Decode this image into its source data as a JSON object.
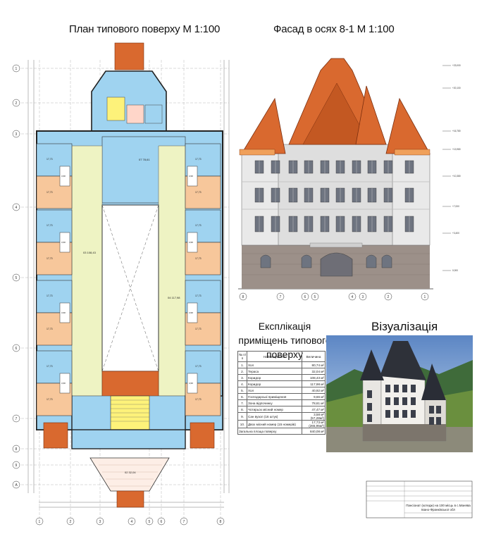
{
  "titles": {
    "plan": "План типового поверху М 1:100",
    "facade": "Фасад в осях 8-1 М 1:100",
    "explication": "Експлікація приміщень типового поверху",
    "visualization": "Візуалізація"
  },
  "table": {
    "headers": {
      "num": "№ п/п",
      "name": "Найменування",
      "value": "Величина"
    },
    "rows": [
      {
        "num": "1.",
        "name": "Хол",
        "value": "80,74 м²"
      },
      {
        "num": "2.",
        "name": "Тераса",
        "value": "32,04 м²"
      },
      {
        "num": "3.",
        "name": "Коридор",
        "value": "108,43 м²"
      },
      {
        "num": "4.",
        "name": "Коридор",
        "value": "117,98 м²"
      },
      {
        "num": "5.",
        "name": "Хол",
        "value": "40,92 м²"
      },
      {
        "num": "6.",
        "name": "Господарські приміщення",
        "value": "9,66 м²"
      },
      {
        "num": "7.",
        "name": "Зона відпочинку",
        "value": "78,61 м²"
      },
      {
        "num": "8.",
        "name": "Чотирьох місний номер",
        "value": "47,47 м²"
      },
      {
        "num": "9.",
        "name": "Сан вузол (16 штук)",
        "value": "3,58 м² (57,28м²)"
      },
      {
        "num": "10.",
        "name": "Двох місний номер (15 номерів)",
        "value": "17,73 м² (265,95м²)"
      }
    ],
    "total_label": "Загальна площа поверху",
    "total_value": "840,08 м²"
  },
  "stamp": {
    "text": "Пансіонат (котедж) на 100 місць в с.Манява Івано-Франківської обл"
  },
  "plan": {
    "axis_rows": [
      "1",
      "2",
      "3",
      "4",
      "5",
      "6",
      "7",
      "8",
      "9",
      "A"
    ],
    "axis_cols": [
      "1",
      "2",
      "3",
      "4",
      "5",
      "6",
      "7",
      "8"
    ],
    "room_labels": {
      "corridor_left": "03 108,43",
      "corridor_right": "04 117,98",
      "hall_top": "07 78,61",
      "hall_bottom": "01 80,74",
      "terrace": "02 32,04",
      "room_area": "17,73",
      "bath_area": "3,58"
    }
  },
  "facade": {
    "axes": [
      "8",
      "7",
      "6",
      "5",
      "4",
      "3",
      "2",
      "1"
    ],
    "levels": [
      "+23,000",
      "+20,100",
      "+16,780",
      "+13,980",
      "+10,380",
      "+7,000",
      "+3,400",
      "0,000"
    ]
  },
  "colors": {
    "roof": "#d9692f",
    "roof_dark": "#a9471c",
    "room_blue": "#9fd3f0",
    "room_orange": "#f7c79b",
    "corridor_green": "#eef3c3",
    "stone": "#9c9089",
    "wall": "#e9e9e9"
  }
}
